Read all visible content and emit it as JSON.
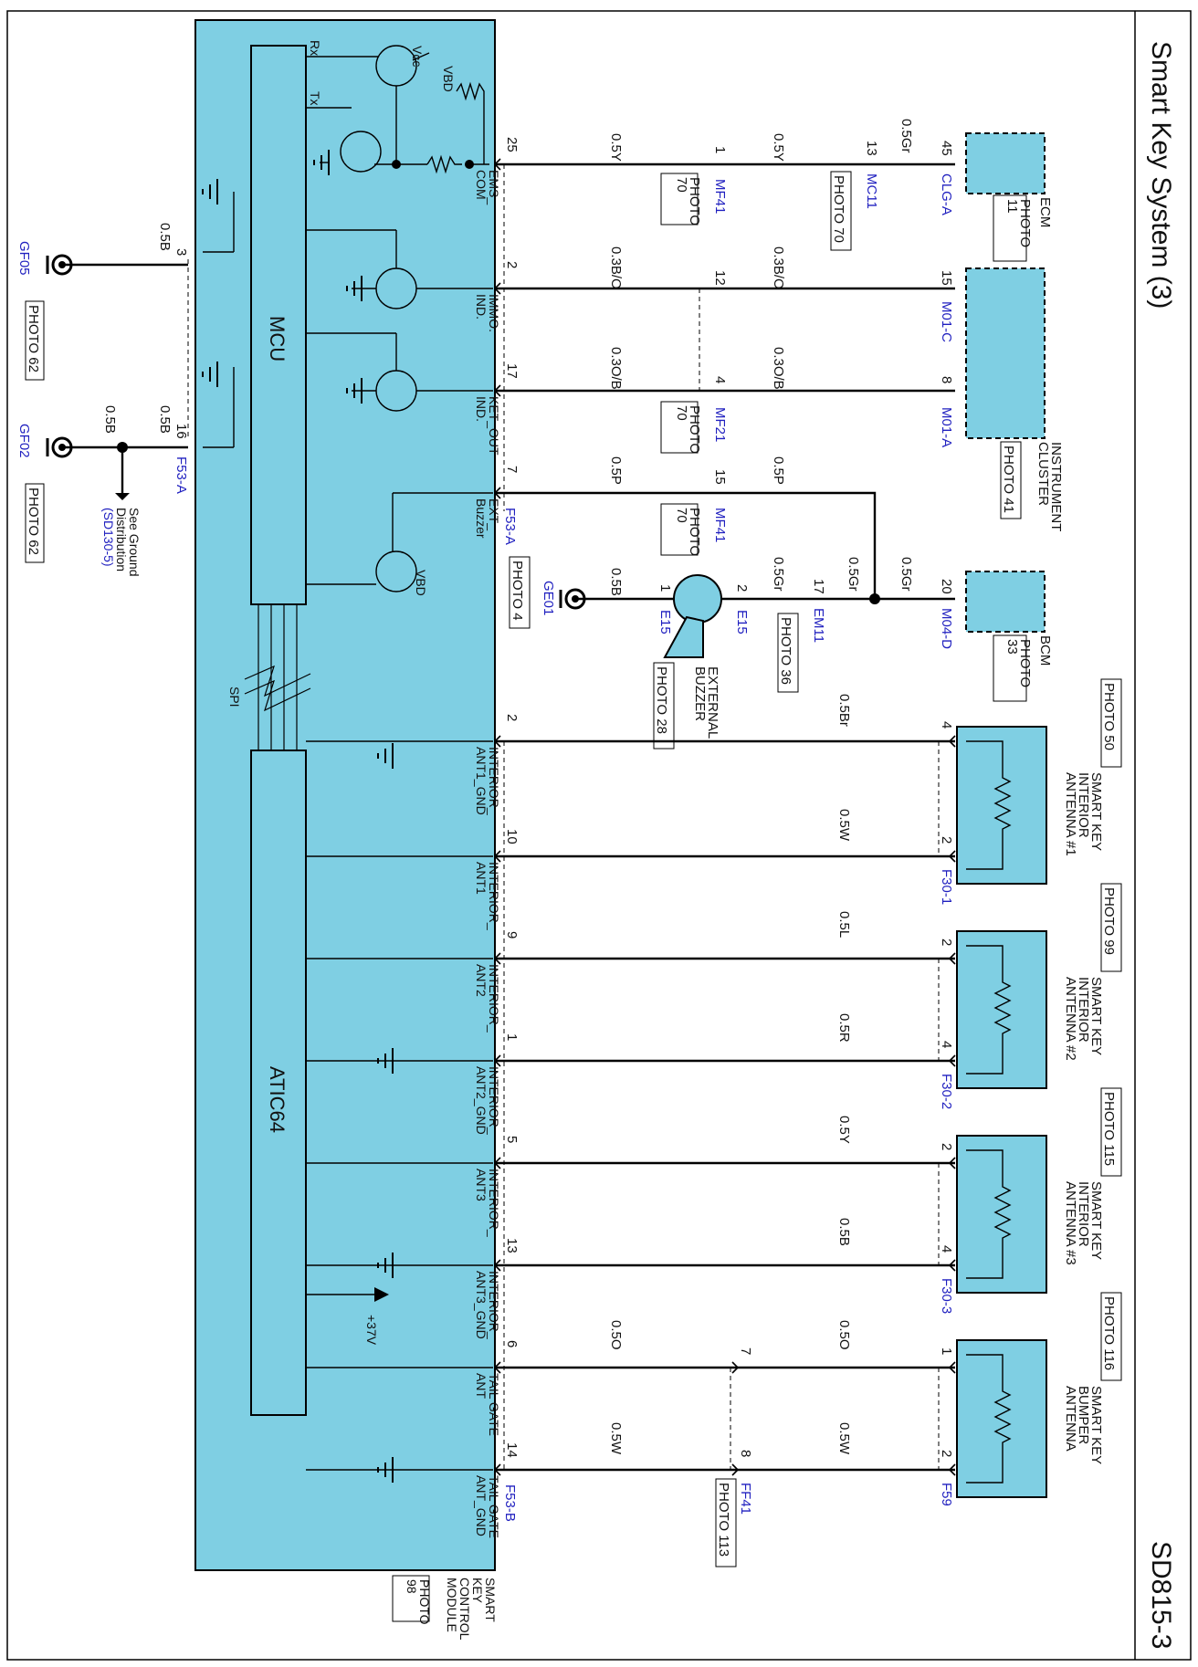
{
  "page": {
    "title": "Smart Key System (3)",
    "code": "SD815-3"
  },
  "colors": {
    "module_fill": "#7fcfe3",
    "wire": "#000000",
    "connector_label": "#1f1fbf"
  },
  "module": {
    "name_lines": [
      "SMART",
      "KEY",
      "CONTROL",
      "MODULE"
    ],
    "photo_lines": [
      "PHOTO",
      "98"
    ],
    "chips": [
      "MCU",
      "ATIC64"
    ],
    "spi": "SPI",
    "rx": "Rx",
    "tx": "Tx",
    "vcc": "Vcc",
    "vbd": "VBD",
    "vbd2": "VBD",
    "plus37": "+37V",
    "connectors": [
      "F53-A",
      "F53-A",
      "F53-B"
    ]
  },
  "pins": [
    {
      "num": "25",
      "label": [
        "EMS_",
        "COM"
      ]
    },
    {
      "num": "2",
      "label": [
        "IMMO.",
        "IND."
      ]
    },
    {
      "num": "17",
      "label": [
        "KET_OUT",
        "IND."
      ]
    },
    {
      "num": "7",
      "label": [
        "EXT_",
        "Buzzer"
      ]
    },
    {
      "num": "2",
      "label": [
        "INTERIOR_",
        "ANT1_GND"
      ]
    },
    {
      "num": "10",
      "label": [
        "INTERIOR_",
        "ANT1"
      ]
    },
    {
      "num": "9",
      "label": [
        "INTERIOR_",
        "ANT2"
      ]
    },
    {
      "num": "1",
      "label": [
        "INTERIOR_",
        "ANT2_GND"
      ]
    },
    {
      "num": "5",
      "label": [
        "INTERIOR_",
        "ANT3"
      ]
    },
    {
      "num": "13",
      "label": [
        "INTERIOR_",
        "ANT3_GND"
      ]
    },
    {
      "num": "6",
      "label": [
        "TAIL GATE",
        "ANT"
      ]
    },
    {
      "num": "14",
      "label": [
        "TAIL GATE",
        "ANT_GND"
      ]
    }
  ],
  "wires": [
    {
      "w1": "0.5Y",
      "w2": "0.5Y",
      "w3": "0.5Gr",
      "p1": "1",
      "c1": "MF41",
      "ph1": [
        "PHOTO",
        "70"
      ],
      "p2": "13",
      "c2": "MC11",
      "ph2": "PHOTO 70",
      "p3": "45",
      "c3": "CLG-A"
    },
    {
      "w1": "0.3B/O",
      "w2": "0.3B/O",
      "p1": "12",
      "p3": "15",
      "c3": "M01-C"
    },
    {
      "w1": "0.3O/B",
      "w2": "0.3O/B",
      "p1": "4",
      "c1": "MF21",
      "ph1": [
        "PHOTO",
        "70"
      ],
      "p3": "8",
      "c3": "M01-A"
    },
    {
      "w1": "0.5P",
      "w2": "0.5P",
      "p1": "15",
      "c1": "MF41",
      "ph1": [
        "PHOTO",
        "70"
      ]
    },
    {
      "w1": "0.5B",
      "w2": "0.5Gr",
      "w3": "0.5Gr",
      "w4": "0.5Gr",
      "p1": "1",
      "p2": "2",
      "p3": "17",
      "p4": "20",
      "c1": "E15",
      "c2": "E15",
      "c3": "EM11",
      "ph3": "PHOTO 36",
      "c4": "M04-D",
      "ground": "GE01",
      "ground_photo": "PHOTO 4",
      "buzzer_lines": [
        "EXTERNAL",
        "BUZZER"
      ],
      "buzzer_photo": "PHOTO 28"
    }
  ],
  "ant_wires": [
    {
      "color": "0.5Br",
      "pin": "4"
    },
    {
      "color": "0.5W",
      "pin": "2",
      "conn": "F30-1"
    },
    {
      "color": "0.5L",
      "pin": "2"
    },
    {
      "color": "0.5R",
      "pin": "4",
      "conn": "F30-2"
    },
    {
      "color": "0.5Y",
      "pin": "2"
    },
    {
      "color": "0.5B",
      "pin": "4",
      "conn": "F30-3"
    },
    {
      "color": "0.5O",
      "color2": "0.5O",
      "mid_pin": "7",
      "pin": "1"
    },
    {
      "color": "0.5W",
      "color2": "0.5W",
      "mid_pin": "8",
      "mid_conn": "FF41",
      "mid_photo": "PHOTO 113",
      "pin": "2",
      "conn": "F59"
    }
  ],
  "components": [
    {
      "name": [
        "ECM"
      ],
      "photo": [
        "PHOTO",
        "11"
      ]
    },
    {
      "name": [
        "INSTRUMENT",
        "CLUSTER"
      ],
      "photo": [
        "PHOTO 41"
      ]
    },
    {
      "name": [
        "BCM"
      ],
      "photo": [
        "PHOTO",
        "33"
      ]
    },
    {
      "name": [
        "SMART KEY",
        "INTERIOR",
        "ANTENNA #1"
      ],
      "photo": "PHOTO 50"
    },
    {
      "name": [
        "SMART KEY",
        "INTERIOR",
        "ANTENNA #2"
      ],
      "photo": "PHOTO 99"
    },
    {
      "name": [
        "SMART KEY",
        "INTERIOR",
        "ANTENNA #3"
      ],
      "photo": "PHOTO 115"
    },
    {
      "name": [
        "SMART KEY",
        "BUMPER",
        "ANTENNA"
      ],
      "photo": "PHOTO 116"
    }
  ],
  "grounds": [
    {
      "pin": "3",
      "wire": "0.5B",
      "name": "GF05",
      "photo": "PHOTO 62"
    },
    {
      "pin": "16",
      "wire": "0.5B",
      "wire2": "0.5B",
      "name": "GF02",
      "photo": "PHOTO 62",
      "note": [
        "See Ground",
        "Distribution"
      ],
      "ref": "(SD130-5)"
    }
  ]
}
